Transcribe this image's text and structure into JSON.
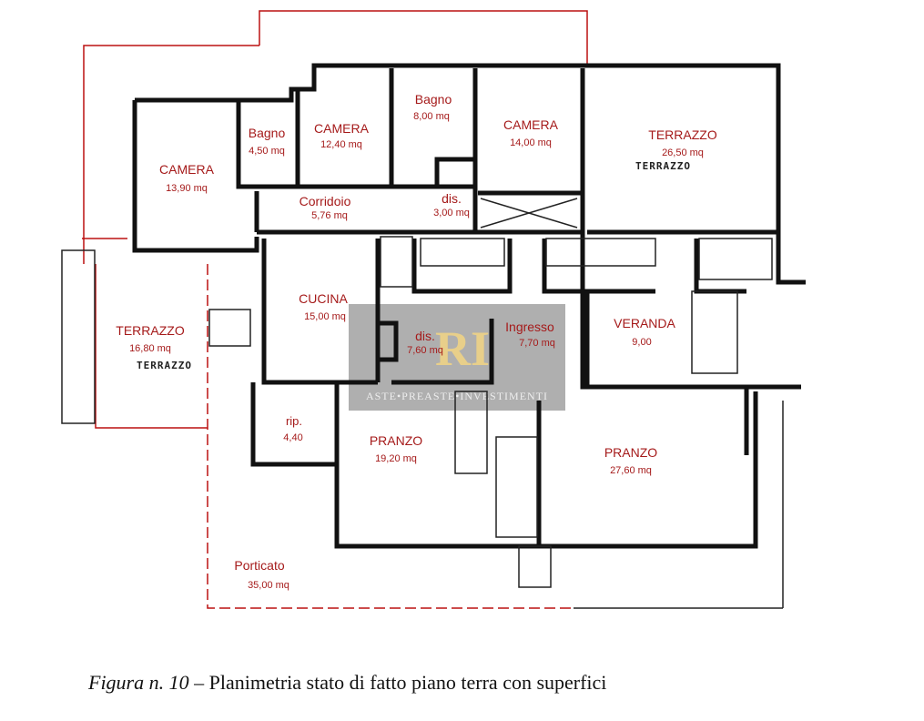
{
  "rooms": [
    {
      "name": "CAMERA",
      "area": "13,90 mq"
    },
    {
      "name": "Bagno",
      "area": "4,50 mq"
    },
    {
      "name": "CAMERA",
      "area": "12,40 mq"
    },
    {
      "name": "Bagno",
      "area": "8,00 mq"
    },
    {
      "name": "CAMERA",
      "area": "14,00 mq"
    },
    {
      "name": "TERRAZZO",
      "area": "26,50 mq"
    },
    {
      "name": "Corridoio",
      "area": "5,76 mq"
    },
    {
      "name": "dis.",
      "area": "3,00 mq"
    },
    {
      "name": "CUCINA",
      "area": "15,00 mq"
    },
    {
      "name": "dis.",
      "area": "7,60 mq"
    },
    {
      "name": "Ingresso",
      "area": "7,70 mq"
    },
    {
      "name": "VERANDA",
      "area": "9,00"
    },
    {
      "name": "TERRAZZO",
      "area": "16,80 mq"
    },
    {
      "name": "rip.",
      "area": "4,40"
    },
    {
      "name": "PRANZO",
      "area": "19,20 mq"
    },
    {
      "name": "PRANZO",
      "area": "27,60 mq"
    },
    {
      "name": "Porticato",
      "area": "35,00 mq"
    }
  ],
  "handwritten": [
    "TERRAZZO",
    "TERRAZZO"
  ],
  "watermark": {
    "logo": "RI",
    "text": "ASTE•PREASTE•INVESTIMENTI"
  },
  "caption": {
    "figure": "Figura n. 10",
    "text": " – Planimetria stato di fatto piano terra con superfici"
  }
}
